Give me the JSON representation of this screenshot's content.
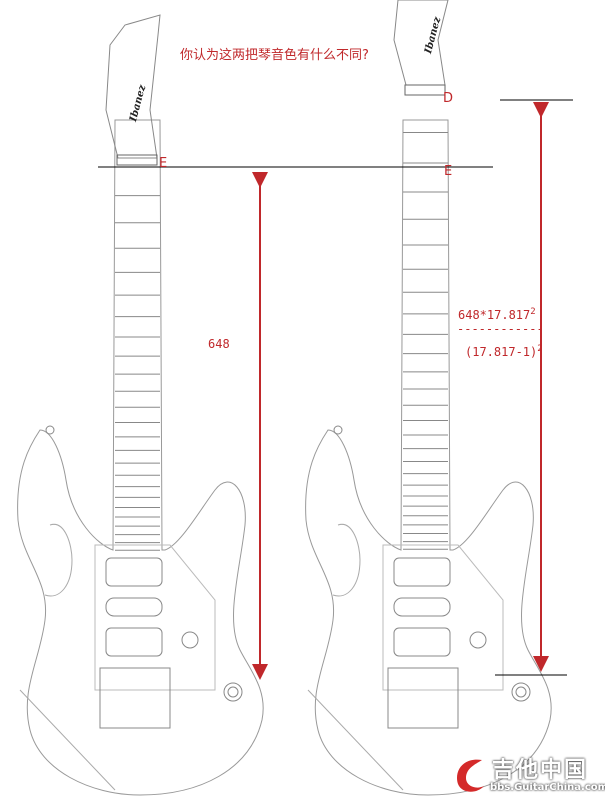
{
  "question": "你认为这两把琴音色有什么不同?",
  "labels": {
    "left_nut": "E",
    "right_nut": "E",
    "right_extended_nut": "D",
    "scale_left": "648",
    "formula_numerator": "648*17.817",
    "formula_numerator_exp": "2",
    "formula_bar": "------------",
    "formula_denominator": "(17.817-1)",
    "formula_denominator_exp": "2"
  },
  "headstock_brand": "Ibanez",
  "watermark": {
    "cn": "吉他中国",
    "url": "bbs.GuitarChina.com"
  },
  "colors": {
    "annotation": "#c0282b",
    "line": "#000000",
    "outline": "#888888"
  }
}
